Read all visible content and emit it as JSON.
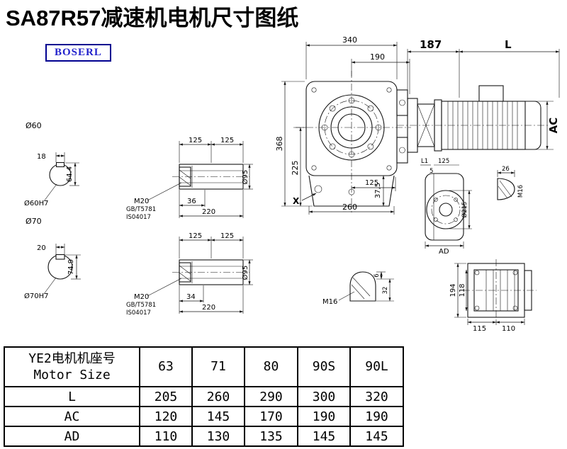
{
  "page": {
    "title": "SA87R57减速机电机尺寸图纸",
    "brand": "BOSERL"
  },
  "drawing": {
    "shaft60": {
      "name": "Ø60",
      "key_w": "18",
      "height": "64.4",
      "bore": "Ø60H7"
    },
    "shaft70": {
      "name": "Ø70",
      "key_w": "20",
      "height": "74.9",
      "bore": "Ø70H7"
    },
    "hollow_top": {
      "l1": "125",
      "l2": "125",
      "thread": "M20",
      "std1": "GB/T5781",
      "std2": "IS04017",
      "depth": "36",
      "total": "220",
      "dia": "Ø95"
    },
    "hollow_bottom": {
      "l1": "125",
      "l2": "125",
      "thread": "M20",
      "std1": "GB/T5781",
      "std2": "IS04017",
      "depth": "34",
      "total": "220",
      "dia": "Ø95"
    },
    "front_view": {
      "w": "340",
      "w2": "190",
      "h": "368",
      "h2": "225",
      "h3": "37,5",
      "w3": "125",
      "w4": "260",
      "section": "X"
    },
    "motor_view": {
      "adapter": "187",
      "length": "L",
      "height": "AC"
    },
    "output_view": {
      "l1": "L1",
      "d125": "125",
      "d5": "5",
      "d26": "26",
      "thread": "M16",
      "dia": "Ø215",
      "ad": "AD"
    },
    "plug_view": {
      "thread": "M16",
      "d6": "6",
      "d32": "32"
    },
    "rear_view": {
      "h1": "194",
      "h2": "118",
      "w1": "115",
      "w2": "110"
    }
  },
  "table": {
    "header": {
      "line1": "YE2电机机座号",
      "line2": "Motor Size"
    },
    "sizes": [
      "63",
      "71",
      "80",
      "90S",
      "90L"
    ],
    "rows": [
      {
        "label": "L",
        "values": [
          "205",
          "260",
          "290",
          "300",
          "320"
        ]
      },
      {
        "label": "AC",
        "values": [
          "120",
          "145",
          "170",
          "190",
          "190"
        ]
      },
      {
        "label": "AD",
        "values": [
          "110",
          "130",
          "135",
          "145",
          "145"
        ]
      }
    ]
  }
}
